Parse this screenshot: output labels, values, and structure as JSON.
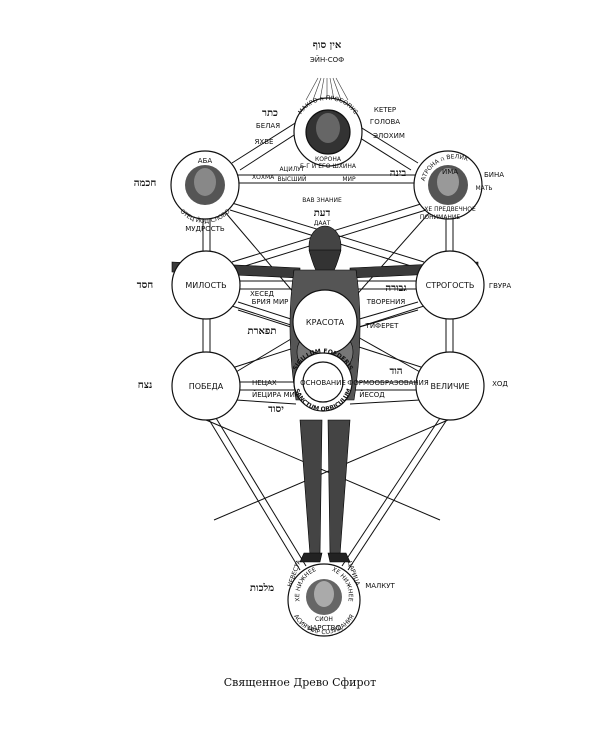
{
  "top": {
    "hebrew": "אין סוף",
    "ein_sof": "ЭЙН-СОФ",
    "macroprosopus": "МАКРО ה ПРОСОПУС"
  },
  "keter": {
    "hebrew": "כתר",
    "white": "БЕЛАЯ",
    "keter": "КЕТЕР",
    "head": "ГОЛОВА",
    "yahve": "ЯХВЕ",
    "elohim": "ЭЛОХИМ",
    "crown": "КОРОНА",
    "shekhina": "Б-Г И ЕГО ШХИНА"
  },
  "chokhmah": {
    "hebrew": "חכמה",
    "circle": "АБА",
    "ring": "ОТЕЦ ЙОД СЛОВО",
    "wisdom": "МУДРОСТЬ",
    "path": "ХОХМА"
  },
  "binah": {
    "hebrew": "בינה",
    "circle": "ИМА",
    "ring": "МАТРОНА ה ВЕЛИКАЯ",
    "ring2": "МАТЬ",
    "binah": "БИНА",
    "understanding": "ПОНИМАНИЕ",
    "ring3": "ХЕ ПРЕДВЕЧНОЕ"
  },
  "upper_paths": {
    "atzilut": "АЦИЛУТ",
    "higher": "ВЫСШИЙ",
    "world": "МИР"
  },
  "daat": {
    "vav_knowledge": "ВАВ ЗНАНИЕ",
    "hebrew": "דעת",
    "daat": "ДААТ"
  },
  "chesed": {
    "hebrew": "חסד",
    "circle": "МИЛОСТЬ",
    "path": "ХЕСЕД"
  },
  "gevurah": {
    "hebrew": "גבורה",
    "circle": "СТРОГОСТЬ",
    "gevura": "ГВУРА"
  },
  "beriah": {
    "briya": "БРИЯ МИР",
    "creation": "ТВОРЕНИЯ"
  },
  "tiferet": {
    "hebrew": "תפארת",
    "circle": "КРАСОТА",
    "tiferet": "ТИФЕРЕТ"
  },
  "netzach": {
    "hebrew": "נצח",
    "circle": "ПОБЕДА",
    "netzah": "НЕЦАХ",
    "yetzira": "ЙЕЦИРА МИР"
  },
  "yesod": {
    "hebrew": "יסוד",
    "circle": "ОСНОВАНИЕ",
    "ring_top": "SIGILLUM FOEDERIS",
    "ring_bottom": "SANCTUM ORBICULUM",
    "formation": "ФОРМООБРАЗОВАНИЯ",
    "yesod": "ЙЕСОД"
  },
  "hod": {
    "hebrew": "הוד",
    "circle": "ВЕЛИЧИЕ",
    "hod": "ХОД"
  },
  "malkhut": {
    "hebrew": "מלכות",
    "bride": "НЕВЕСТА",
    "queen": "ЦАРИЦА",
    "inner_left": "ХЕ НИЖНЕЕ",
    "inner_right": "ХЕ НИЖНЕЕ",
    "zion": "СИОН",
    "kingdom": "ЦАРСТВО",
    "assiah": "АСИЯ МИР СОЗИДАНИЯ",
    "malkut": "МАЛКУТ"
  },
  "caption": "Священное Древо Сфирот"
}
